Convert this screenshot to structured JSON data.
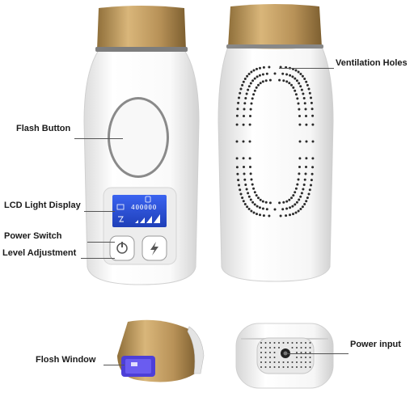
{
  "labels": {
    "flash_button": "Flash Button",
    "lcd_display": "LCD Light Display",
    "power_switch": "Power Switch",
    "level_adjustment": "Level Adjustment",
    "ventilation_holes": "Ventilation Holes",
    "flash_window": "Flosh Window",
    "power_input": "Power input"
  },
  "lcd": {
    "count": "400000"
  },
  "colors": {
    "gold": "#b8955a",
    "lcd_blue": "#2a4fd6",
    "body_white": "#f4f4f4"
  },
  "icons": {
    "power": "power-icon",
    "flash": "lightning-icon"
  }
}
